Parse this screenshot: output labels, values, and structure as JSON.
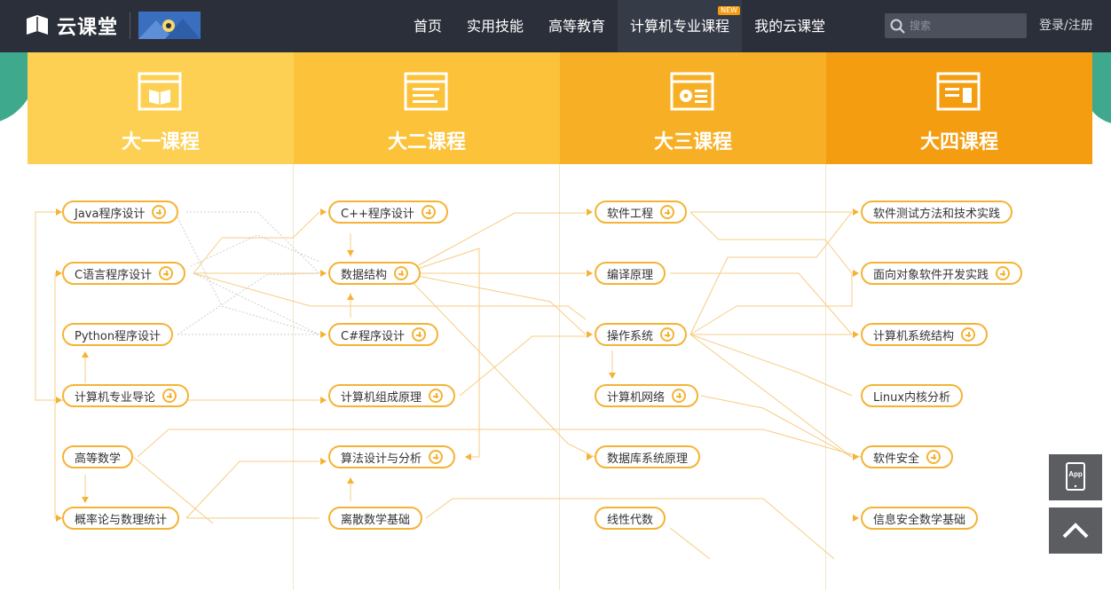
{
  "header": {
    "logo_text": "云课堂",
    "nav": [
      {
        "label": "首页"
      },
      {
        "label": "实用技能"
      },
      {
        "label": "高等教育"
      },
      {
        "label": "计算机专业课程",
        "badge": "NEW",
        "active": true
      },
      {
        "label": "我的云课堂"
      }
    ],
    "search_placeholder": "搜索",
    "login_label": "登录/注册"
  },
  "columns": [
    {
      "title": "大一课程",
      "color": "#fdd053",
      "icon": "book-icon"
    },
    {
      "title": "大二课程",
      "color": "#fbc23a",
      "icon": "document-icon"
    },
    {
      "title": "大三课程",
      "color": "#f7b026",
      "icon": "gear-window-icon"
    },
    {
      "title": "大四课程",
      "color": "#f49d10",
      "icon": "layout-window-icon"
    }
  ],
  "courses": {
    "year1": [
      {
        "label": "Java程序设计",
        "has_plus": true
      },
      {
        "label": "C语言程序设计",
        "has_plus": true
      },
      {
        "label": "Python程序设计",
        "has_plus": false
      },
      {
        "label": "计算机专业导论",
        "has_plus": true
      },
      {
        "label": "高等数学",
        "has_plus": false
      },
      {
        "label": "概率论与数理统计",
        "has_plus": false
      }
    ],
    "year2": [
      {
        "label": "C++程序设计",
        "has_plus": true
      },
      {
        "label": "数据结构",
        "has_plus": true
      },
      {
        "label": "C#程序设计",
        "has_plus": true
      },
      {
        "label": "计算机组成原理",
        "has_plus": true
      },
      {
        "label": "算法设计与分析",
        "has_plus": true
      },
      {
        "label": "离散数学基础",
        "has_plus": false
      }
    ],
    "year3": [
      {
        "label": "软件工程",
        "has_plus": true
      },
      {
        "label": "编译原理",
        "has_plus": false
      },
      {
        "label": "操作系统",
        "has_plus": true
      },
      {
        "label": "计算机网络",
        "has_plus": true
      },
      {
        "label": "数据库系统原理",
        "has_plus": false
      },
      {
        "label": "线性代数",
        "has_plus": false
      }
    ],
    "year4": [
      {
        "label": "软件测试方法和技术实践",
        "has_plus": false
      },
      {
        "label": "面向对象软件开发实践",
        "has_plus": true
      },
      {
        "label": "计算机系统结构",
        "has_plus": true
      },
      {
        "label": "Linux内核分析",
        "has_plus": false
      },
      {
        "label": "软件安全",
        "has_plus": true
      },
      {
        "label": "信息安全数学基础",
        "has_plus": false
      }
    ]
  },
  "float_buttons": {
    "app_label": "App",
    "top_icon": "chevron-up-icon"
  },
  "colors": {
    "accent": "#f5b335",
    "header_bg": "#2b2f3a",
    "badge": "#f49c10"
  }
}
